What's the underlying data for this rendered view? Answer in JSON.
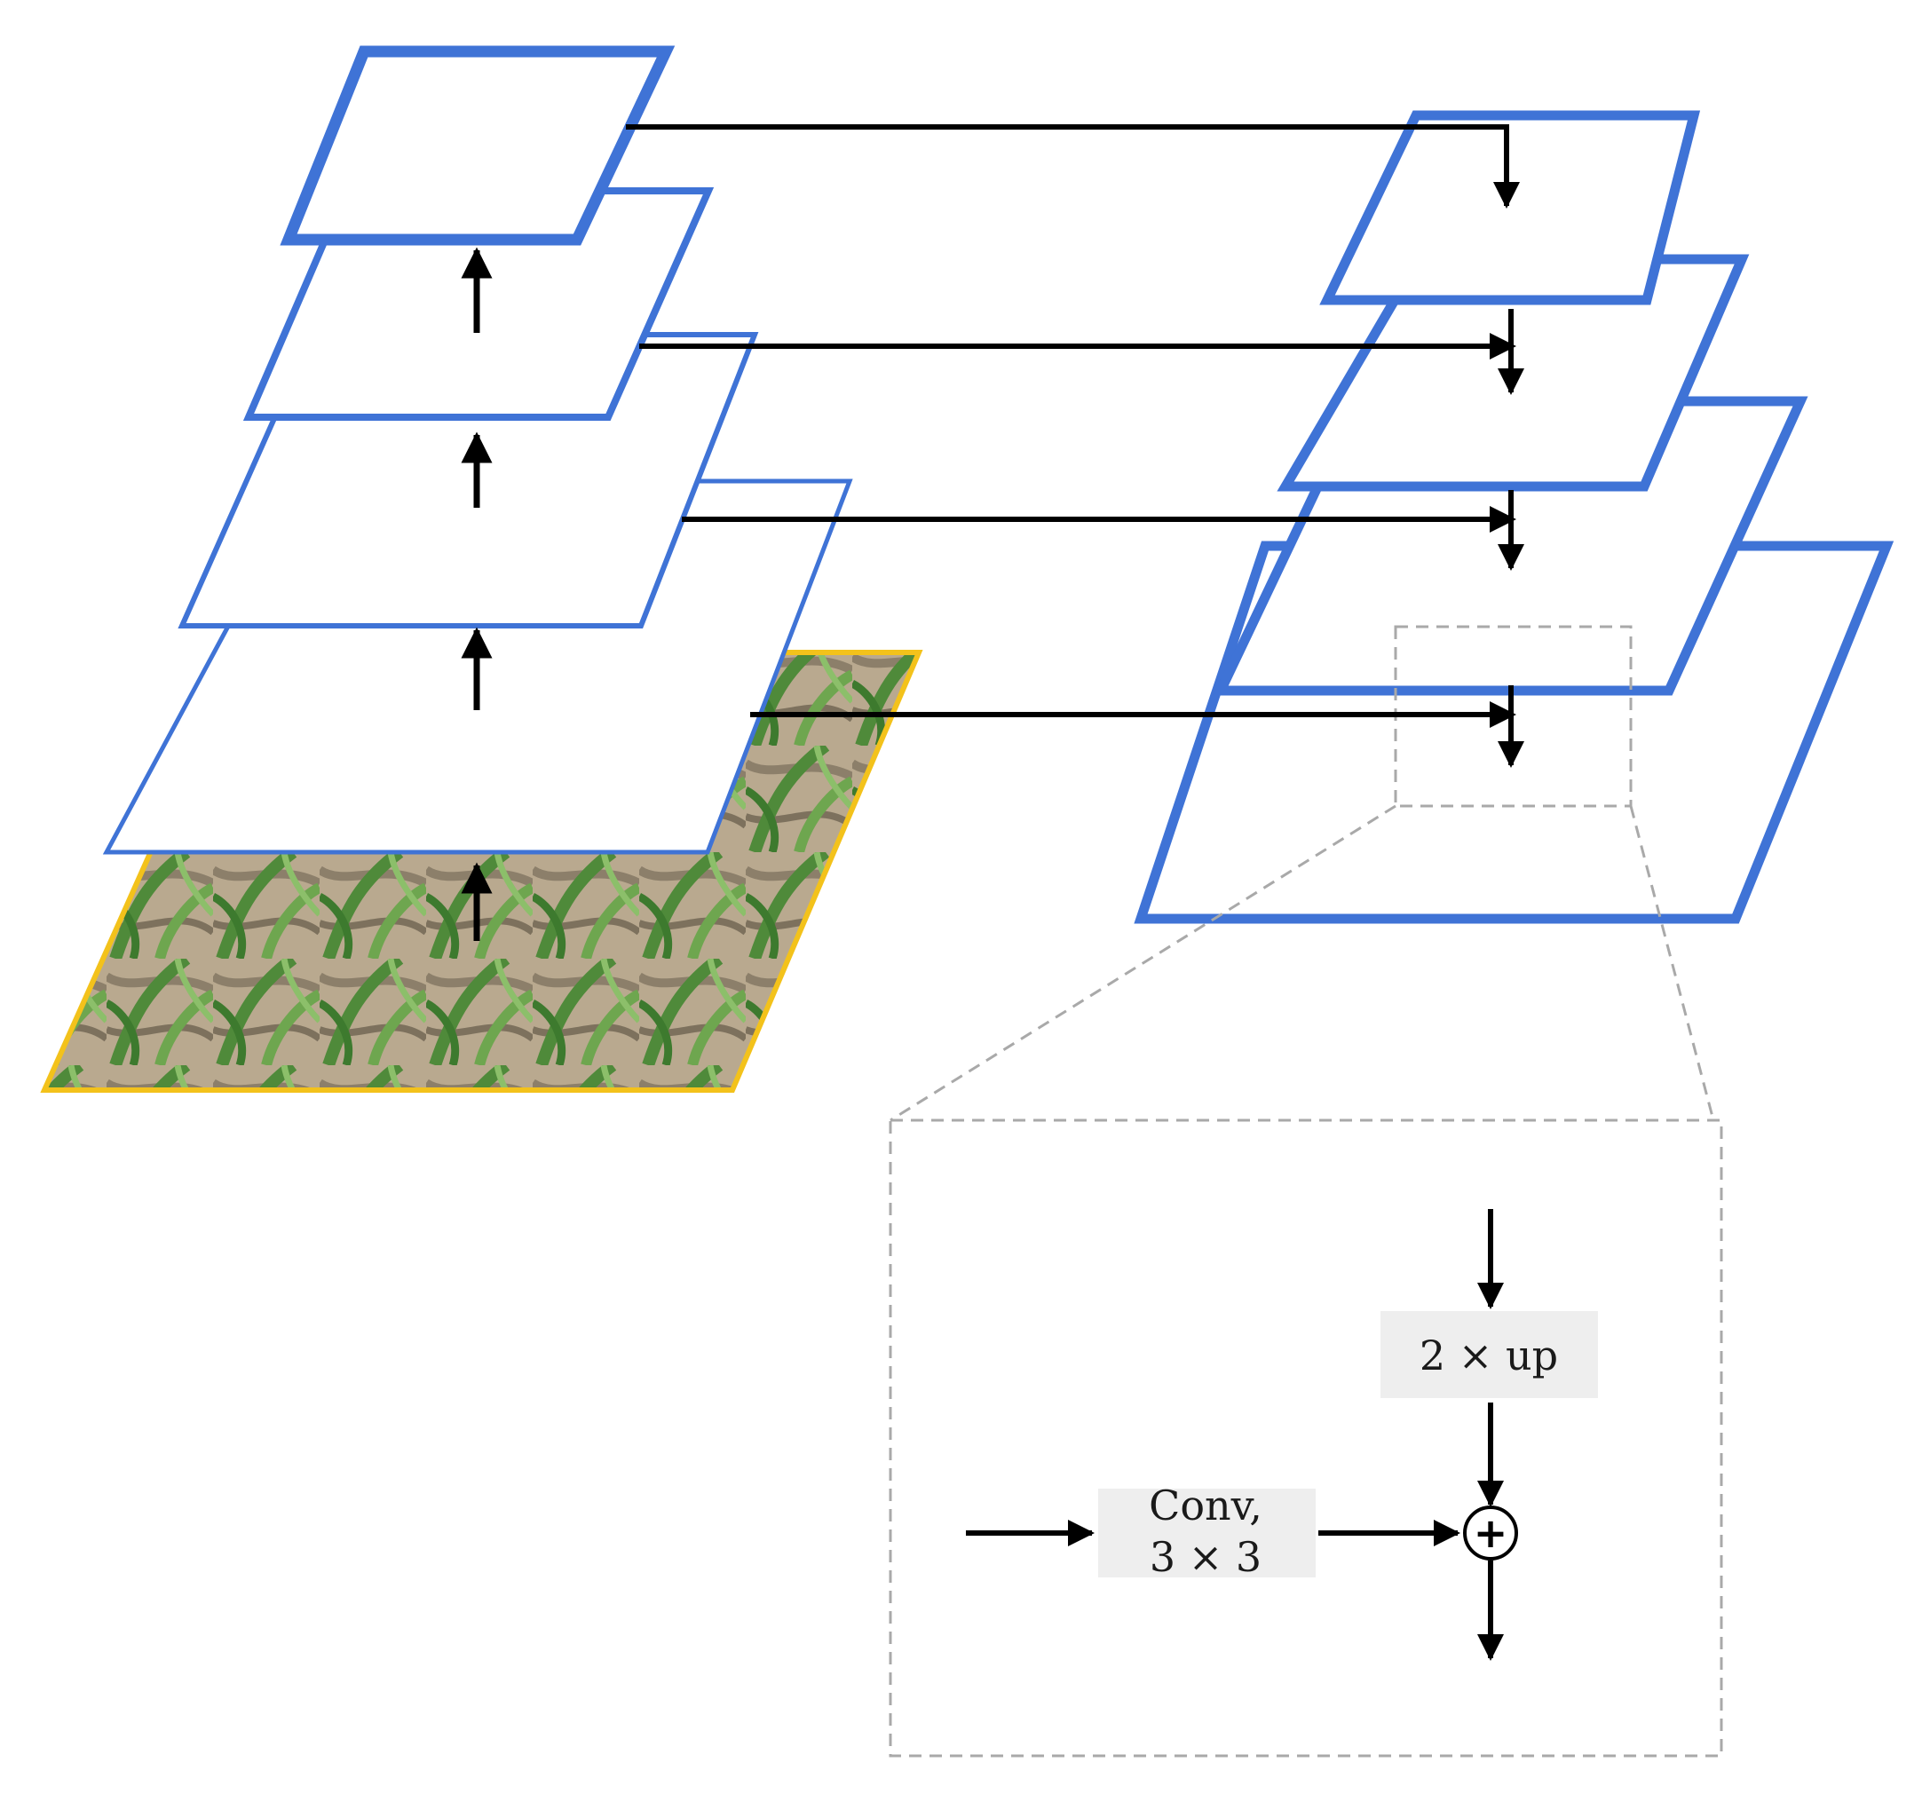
{
  "diagram": {
    "up_block_label": "2 × up",
    "conv_block_label_line1": "Conv,",
    "conv_block_label_line2": "3 × 3",
    "add_symbol": "+",
    "input_image_icon": "corn-field-photo",
    "arrow_icon": "arrow-icon",
    "colors": {
      "pyramid_blue": "#3f73d6",
      "image_border": "#f3c21b",
      "dashed_gray": "#a9a9a9",
      "block_fill": "#eeeeee",
      "arrow": "#000000"
    }
  }
}
